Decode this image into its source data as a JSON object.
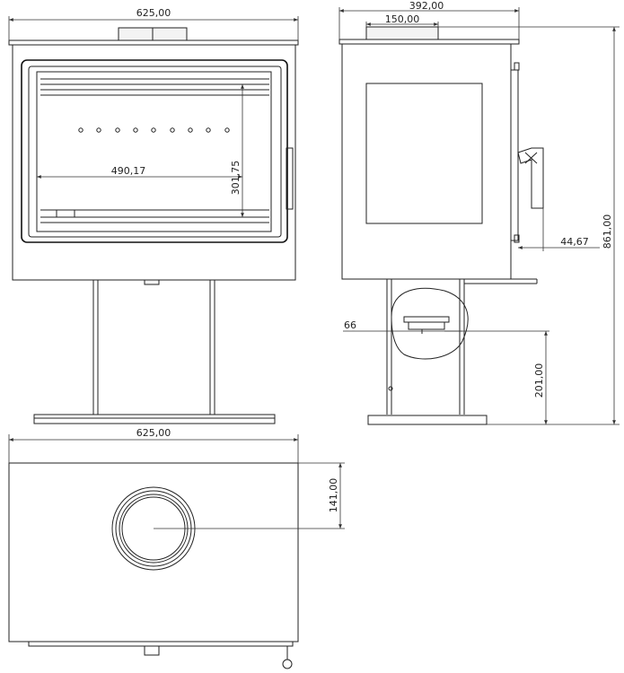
{
  "colors": {
    "line": "#222222",
    "background": "#ffffff"
  },
  "dimensions": {
    "front_width": "625,00",
    "side_depth": "392,00",
    "flue_width": "150,00",
    "overall_height": "861,00",
    "glass_width": "490,17",
    "glass_height": "301,75",
    "handle_offset": "44,67",
    "outlet_diameter_label": "66",
    "outlet_height": "201,00",
    "top_width": "625,00",
    "flue_offset": "141,00"
  }
}
